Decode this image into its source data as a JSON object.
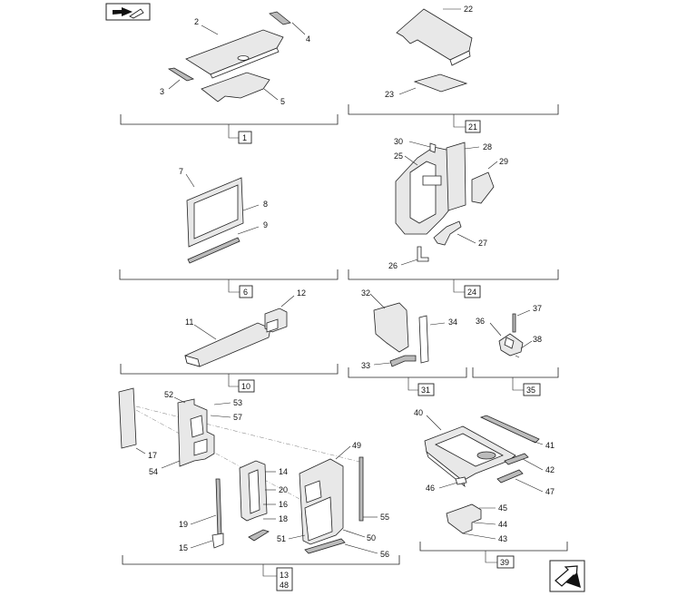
{
  "part_labels": {
    "p2": "2",
    "p3": "3",
    "p4": "4",
    "p5": "5",
    "p22": "22",
    "p23": "23",
    "p7": "7",
    "p8": "8",
    "p9": "9",
    "p30": "30",
    "p25": "25",
    "p28": "28",
    "p29": "29",
    "p27": "27",
    "p26": "26",
    "p11": "11",
    "p12": "12",
    "p32": "32",
    "p33": "33",
    "p34": "34",
    "p36": "36",
    "p37": "37",
    "p38": "38",
    "p52": "52",
    "p53": "53",
    "p57": "57",
    "p17": "17",
    "p54": "54",
    "p14": "14",
    "p20": "20",
    "p16": "16",
    "p18": "18",
    "p19": "19",
    "p15": "15",
    "p49": "49",
    "p51": "51",
    "p50": "50",
    "p55": "55",
    "p56": "56",
    "p40": "40",
    "p41": "41",
    "p42": "42",
    "p47": "47",
    "p46": "46",
    "p45": "45",
    "p44": "44",
    "p43": "43"
  },
  "ref_boxes": {
    "b1": "1",
    "b21": "21",
    "b6": "6",
    "b24": "24",
    "b10": "10",
    "b31": "31",
    "b35": "35",
    "b39": "39",
    "b13_48_top": "13",
    "b13_48_bottom": "48"
  },
  "icons": {
    "top_left": "arrow-right-page-icon",
    "bottom_right": "arrow-up-right-navigation-icon"
  }
}
